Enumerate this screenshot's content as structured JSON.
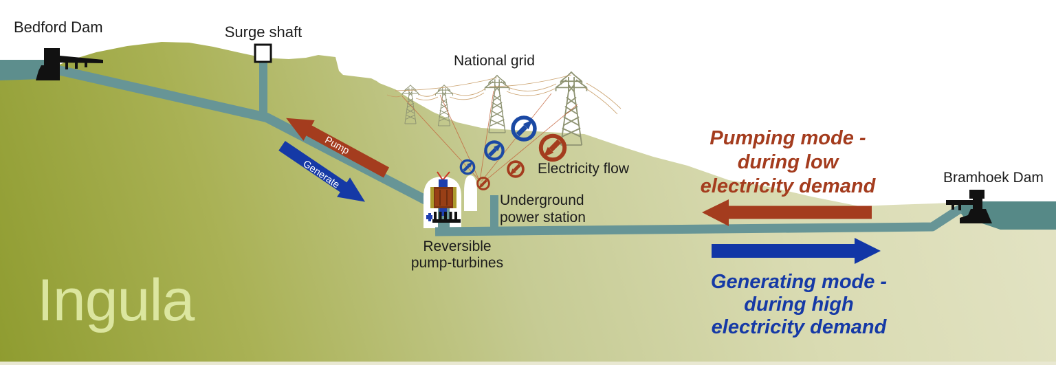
{
  "labels": {
    "bedford_dam": "Bedford Dam",
    "surge_shaft": "Surge shaft",
    "national_grid": "National grid",
    "electricity_flow": "Electricity flow",
    "underground_station_line1": "Underground",
    "underground_station_line2": "power station",
    "pump_turbines_line1": "Reversible",
    "pump_turbines_line2": "pump-turbines",
    "bramhoek_dam": "Bramhoek Dam"
  },
  "flow_arrows": {
    "pump": "Pump",
    "generate": "Generate"
  },
  "modes": {
    "pumping": {
      "line1": "Pumping mode -",
      "line2": "during low",
      "line3": "electricity demand"
    },
    "generating": {
      "line1": "Generating mode -",
      "line2": "during high",
      "line3": "electricity demand"
    }
  },
  "watermark": "Ingula",
  "colors": {
    "accent_red": "#a43c1e",
    "accent_blue": "#1539a6",
    "water_teal": "#679596",
    "reservoir_teal": "#5d8e8d",
    "terrain_dark_olive": "#8f9c30",
    "terrain_pale": "#e4e4c6",
    "pylon_gray_olive": "#8e9372",
    "wire_tan": "#c69a62",
    "powerline_orange": "#c2613a",
    "label_black": "#1b1b1b",
    "watermark_green": "#e4eeac"
  }
}
